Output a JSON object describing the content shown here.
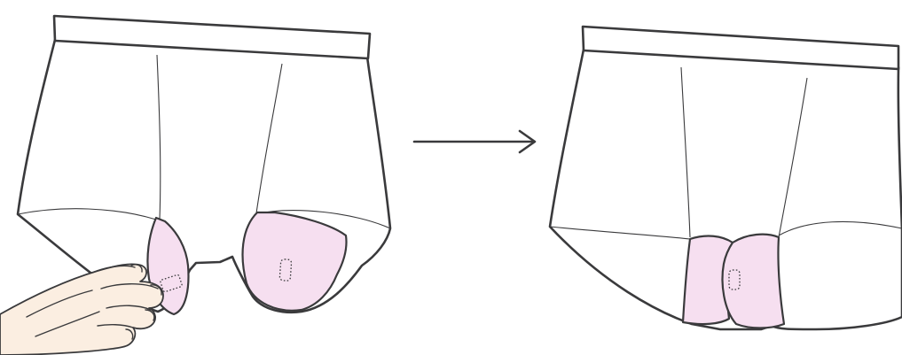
{
  "illustration": {
    "panels": [
      {
        "id": "before",
        "state": "liner-being-attached"
      },
      {
        "id": "after",
        "state": "liner-attached"
      }
    ],
    "arrow": {
      "direction": "right"
    },
    "colors": {
      "outline": "#3a3a3c",
      "liner_fill": "#f6dff0",
      "hand_fill": "#fbeee1",
      "garment_fill": "#ffffff"
    }
  }
}
